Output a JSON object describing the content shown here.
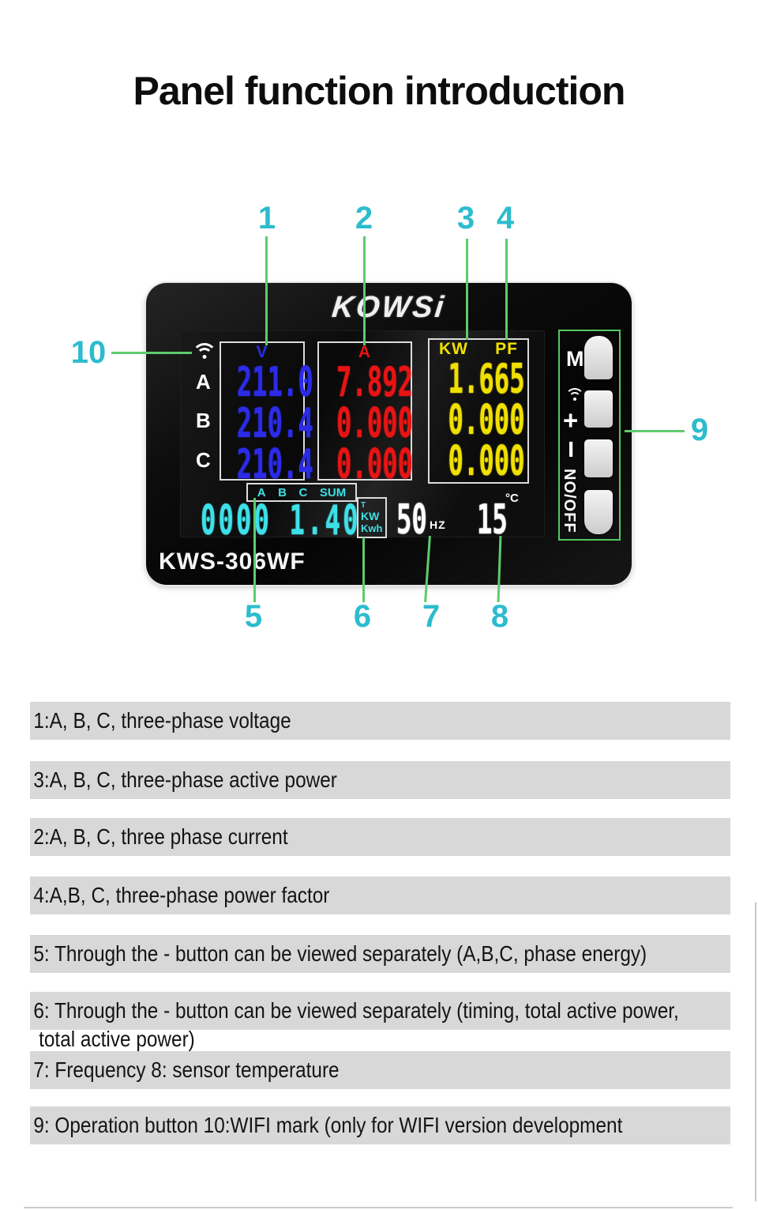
{
  "page": {
    "title": "Panel function introduction"
  },
  "device": {
    "brand": "KOWSi",
    "model": "KWS-306WF",
    "display": {
      "phases": [
        "A",
        "B",
        "C"
      ],
      "voltage": {
        "header": "V",
        "rows": [
          "211.0",
          "210.4",
          "210.4"
        ]
      },
      "current": {
        "header": "A",
        "rows": [
          "7.892",
          "0.000",
          "0.000"
        ]
      },
      "power": {
        "header_kw": "KW",
        "header_pf": "PF",
        "rows": [
          "1.665",
          "0.000",
          "0.000"
        ]
      },
      "energy": {
        "tabs": [
          "A",
          "B",
          "C",
          "SUM"
        ],
        "value": "0000 1.40",
        "units": [
          "T",
          "KW",
          "Kwh"
        ]
      },
      "frequency": {
        "value": "50",
        "unit": "HZ"
      },
      "temperature": {
        "value": "15",
        "unit": "°C"
      }
    },
    "buttons": {
      "m": "M",
      "plus": "+",
      "minus": "−",
      "onoff": "NO/OFF"
    }
  },
  "callouts": {
    "n1": "1",
    "n2": "2",
    "n3": "3",
    "n4": "4",
    "n5": "5",
    "n6": "6",
    "n7": "7",
    "n8": "8",
    "n9": "9",
    "n10": "10"
  },
  "legend": [
    {
      "text": "1:A, B, C, three-phase voltage"
    },
    {
      "text": "3:A, B, C, three-phase active power"
    },
    {
      "text": "2:A, B, C, three phase current"
    },
    {
      "text": "4:A,B, C, three-phase power factor"
    },
    {
      "text": "5: Through the - button can be viewed separately (A,B,C, phase energy)"
    },
    {
      "text": "6: Through the - button can be viewed separately (timing, total active power,",
      "line2": " total active power)"
    },
    {
      "text": "7: Frequency 8: sensor temperature"
    },
    {
      "text": "9: Operation button 10:WIFI mark (only for WIFI version development"
    }
  ],
  "colors": {
    "callout_number": "#2cbcce",
    "callout_line": "#5ecb6e",
    "voltage_digits": "#2b2be8",
    "current_digits": "#e81414",
    "power_digits": "#f0e000",
    "energy_digits": "#3ee0e8",
    "legend_bar": "#d8d8d8"
  }
}
